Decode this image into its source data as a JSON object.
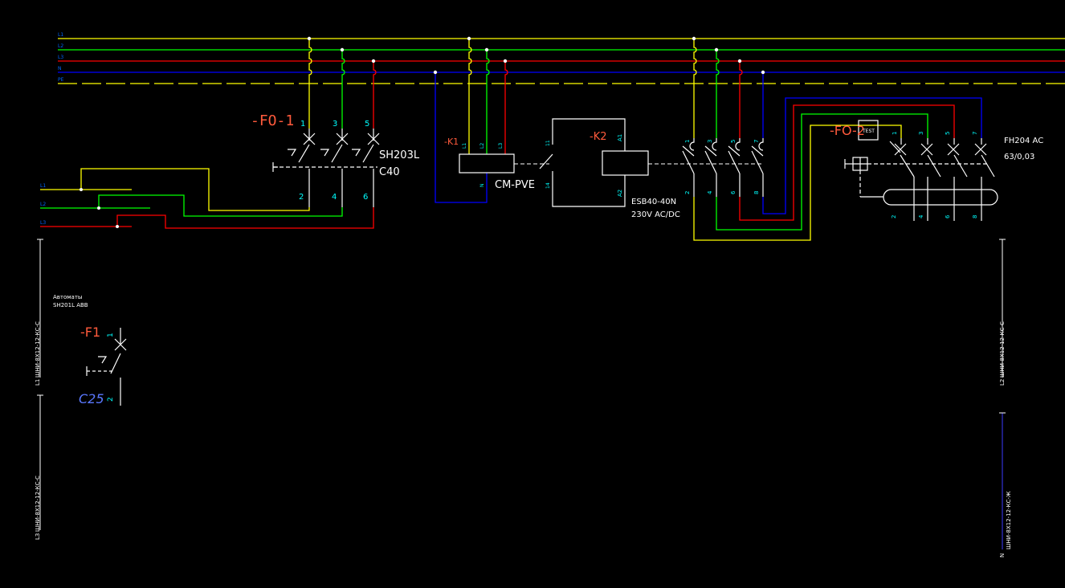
{
  "colors": {
    "background": "#000000",
    "L1": "#ffff00",
    "L2": "#00ff00",
    "L3": "#ff0000",
    "N": "#0000ff",
    "PE": "#ffff00",
    "white": "#ffffff",
    "cyan": "#00ffff",
    "label_red": "#ff5a3c",
    "label_blue": "#5a78ff"
  },
  "bus": {
    "labels": [
      "L1",
      "L2",
      "L3",
      "N",
      "PE"
    ]
  },
  "left_feed": {
    "labels": [
      "L1",
      "L2",
      "L3"
    ]
  },
  "fo1": {
    "designation": "-FO-1",
    "model": "SH203L",
    "rating": "C40",
    "terminals_top": [
      "1",
      "3",
      "5"
    ],
    "terminals_bottom": [
      "2",
      "4",
      "6"
    ]
  },
  "k1": {
    "designation": "-K1",
    "terminals": [
      "L1",
      "L2",
      "L3",
      "N"
    ],
    "model": "CM-PVE"
  },
  "k2": {
    "designation": "-K2",
    "coil_top": "A1",
    "coil_bottom": "A2",
    "aux_top": "11",
    "aux_bottom": "14",
    "model": "ESB40-40N",
    "voltage": "230V AC/DC",
    "terminals_top": [
      "1",
      "3",
      "5",
      "7"
    ],
    "terminals_bottom": [
      "2",
      "4",
      "6",
      "8"
    ]
  },
  "fo2": {
    "designation": "-FO-2",
    "test_label": "TEST",
    "model": "FH204 AC",
    "rating": "63/0,03",
    "terminals_top": [
      "1",
      "3",
      "5",
      "7"
    ],
    "terminals_bottom": [
      "2",
      "4",
      "6",
      "8"
    ]
  },
  "f1": {
    "note_line1": "Автоматы",
    "note_line2": "SH201L ABB",
    "designation": "-F1",
    "terminal_top": "1",
    "terminal_bottom": "2",
    "rating": "C25"
  },
  "busbars": {
    "left_upper": {
      "phase": "L1",
      "name": "ШНИ-8Х12-12-КС-С"
    },
    "left_lower": {
      "phase": "L3",
      "name": "ШНИ-8Х12-12-КС-С"
    },
    "right_upper": {
      "phase": "L2",
      "name": "ШНИ-8Х12-12-КС-С"
    },
    "right_lower": {
      "phase": "N",
      "name": "ШНИ-8Х12-12-КС-Ж"
    }
  }
}
